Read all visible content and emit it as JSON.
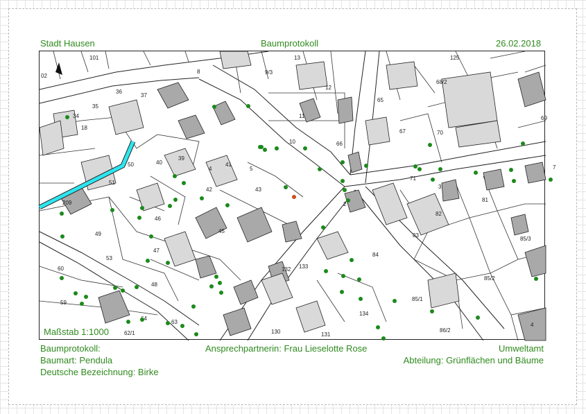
{
  "header": {
    "city": "Stadt Hausen",
    "title": "Baumprotokoll",
    "date": "26.02.2018"
  },
  "footer": {
    "left": [
      "Baumprotokoll:",
      "Baumart: Pendula",
      "Deutsche Bezeichnung: Birke"
    ],
    "center": "Ansprechpartnerin: Frau Lieselotte Rose",
    "right": [
      "Umweltamt",
      "Abteilung: Grünflächen und Bäume"
    ]
  },
  "map": {
    "scale": "Maßstab 1:1000",
    "colors": {
      "tree": "#1b8a1b",
      "highlight_tree": "#c8501e",
      "waterway": "#2ee5ee",
      "building": "#a9a9a9",
      "building_light": "#d9d9d9"
    },
    "parcel_labels": [
      "101",
      "02",
      "8",
      "9/3",
      "13",
      "125",
      "36",
      "37",
      "12",
      "65",
      "68/2",
      "34",
      "35",
      "11",
      "67",
      "70",
      "69",
      "18",
      "10",
      "66",
      "40",
      "39",
      "41",
      "4",
      "5",
      "7",
      "50",
      "71",
      "3",
      "51",
      "42",
      "43",
      "81",
      "209",
      "2",
      "46",
      "82",
      "49",
      "45",
      "47",
      "85/3",
      "53",
      "83",
      "84",
      "60",
      "133",
      "132",
      "85/2",
      "48",
      "59",
      "85/1",
      "134",
      "130",
      "131",
      "62/1",
      "86/2",
      "64",
      "63",
      "4"
    ],
    "highlighted_tree_index": 1
  }
}
